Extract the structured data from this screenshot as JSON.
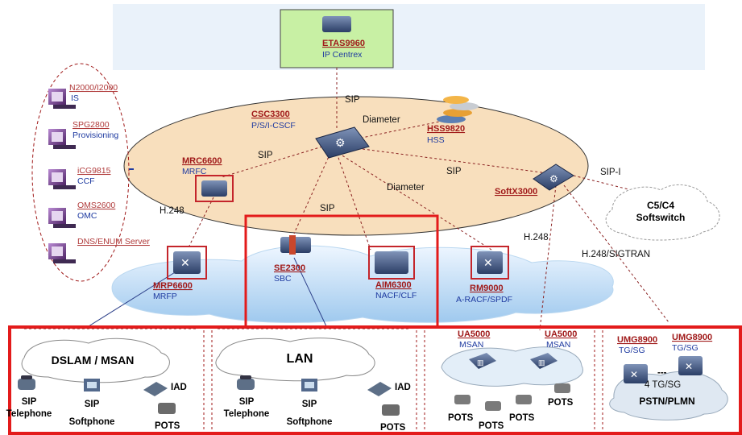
{
  "etas": {
    "name": "ETAS9960",
    "desc": "IP Centrex"
  },
  "core": {
    "csc": {
      "name": "CSC3300",
      "desc": "P/S/I-CSCF"
    },
    "hss": {
      "name": "HSS9820",
      "desc": "HSS"
    },
    "mrc": {
      "name": "MRC6600",
      "desc": "MRFC"
    },
    "softx": {
      "name": "SoftX3000"
    }
  },
  "left_group": [
    {
      "name": "N2000/I2000",
      "desc": "IS"
    },
    {
      "name": "SPG2800",
      "desc": "Provisioning"
    },
    {
      "name": "iCG9815",
      "desc": "CCF"
    },
    {
      "name": "OMS2600",
      "desc": "OMC"
    },
    {
      "name": "DNS/ENUM Server",
      "desc": ""
    }
  ],
  "access": {
    "mrp": {
      "name": "MRP6600",
      "desc": "MRFP"
    },
    "se": {
      "name": "SE2300",
      "desc": "SBC"
    },
    "aim": {
      "name": "AIM6300",
      "desc": "NACF/CLF"
    },
    "rm": {
      "name": "RM9000",
      "desc": "A-RACF/SPDF"
    }
  },
  "links": {
    "sip_top": "SIP",
    "diameter_hss": "Diameter",
    "sip_mrc": "SIP",
    "sip_softx": "SIP",
    "diameter_rm": "Diameter",
    "sip_se": "SIP",
    "sipi": "SIP-I",
    "h248_mrp": "H.248",
    "h248_ua": "H.248",
    "h248_sigtran": "H.248/SIGTRAN"
  },
  "softswitch": {
    "line1": "C5/C4",
    "line2": "Softswitch"
  },
  "bottom": {
    "panel1": {
      "cloud": "DSLAM / MSAN",
      "sip_tel": [
        "SIP",
        "Telephone"
      ],
      "sip_soft": [
        "SIP",
        "Softphone"
      ],
      "iad": "IAD",
      "pots": "POTS"
    },
    "panel2": {
      "cloud": "LAN",
      "sip_tel": [
        "SIP",
        "Telephone"
      ],
      "sip_soft": [
        "SIP",
        "Softphone"
      ],
      "iad": "IAD",
      "pots": "POTS"
    },
    "panel3": {
      "ua1": "UA5000",
      "ua1_desc": "MSAN",
      "ua2": "UA5000",
      "ua2_desc": "MSAN",
      "pots": [
        "POTS",
        "POTS",
        "POTS",
        "POTS"
      ]
    },
    "panel4": {
      "umg1": "UMG8900",
      "umg1_desc": "TG/SG",
      "umg2": "UMG8900",
      "umg2_desc": "TG/SG",
      "dashes": "---",
      "count": "4 TG/SG",
      "net": "PSTN/PLMN"
    }
  }
}
